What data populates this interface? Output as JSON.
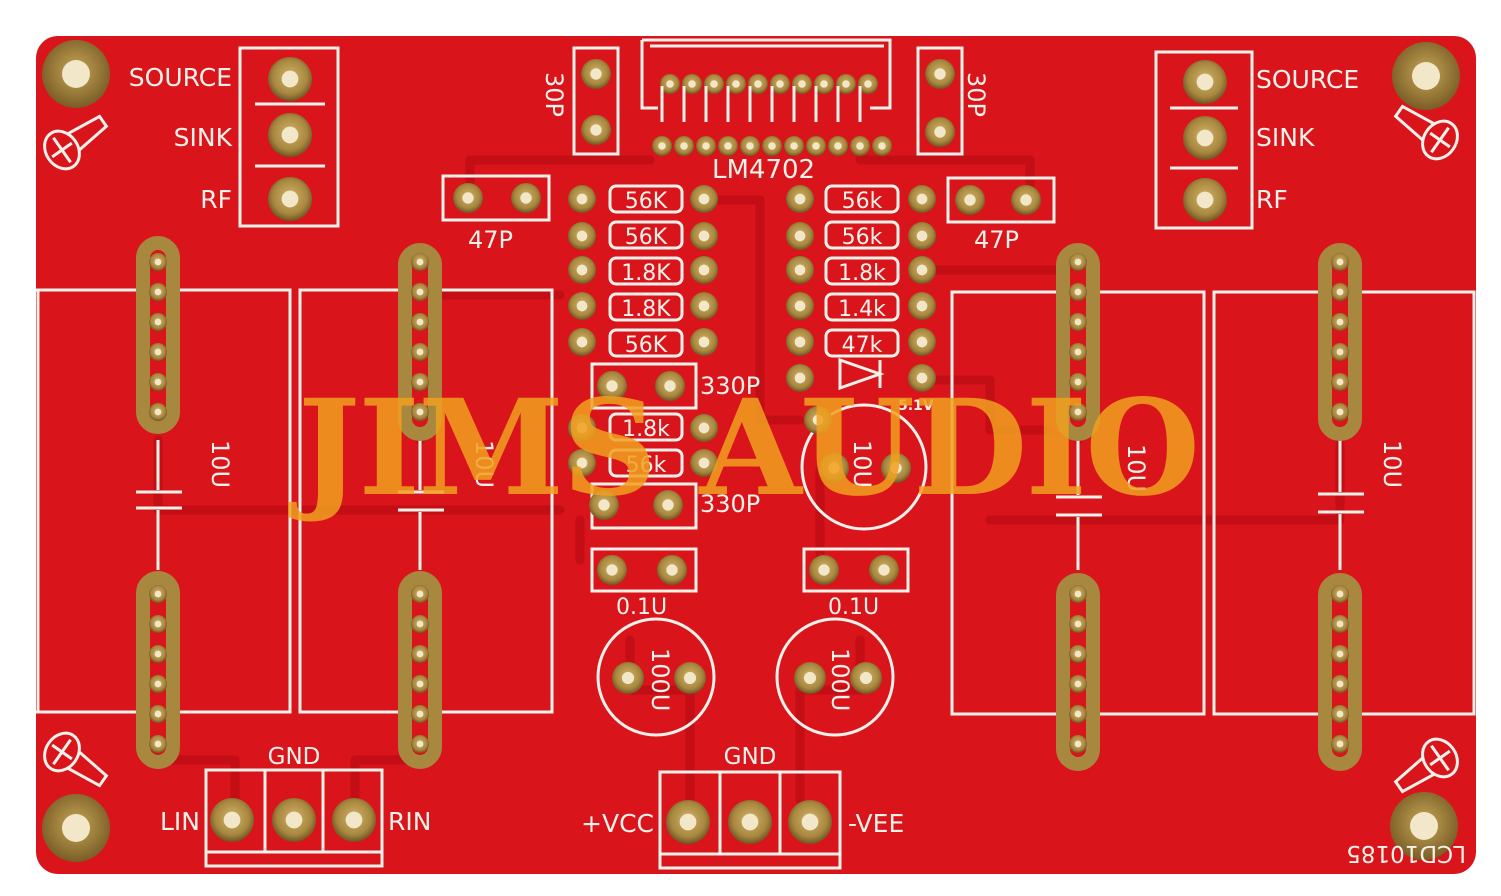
{
  "board": {
    "chip_label": "LM4702",
    "serial": "LCD10185",
    "watermark": "JIMS AUDIO",
    "colors": {
      "substrate": "#d9141b",
      "trace": "#c30e16",
      "silkscreen": "#f4f1ea",
      "pad": "#a8873f",
      "pad_hole": "#f2e7c8",
      "watermark": "#f0a020"
    }
  },
  "left_terminal": {
    "labels": [
      "SOURCE",
      "SINK",
      "RF"
    ]
  },
  "right_terminal": {
    "labels": [
      "SOURCE",
      "SINK",
      "RF"
    ]
  },
  "cap_30p_left": "30P",
  "cap_30p_right": "30P",
  "cap_47p_left": "47P",
  "cap_47p_right": "47P",
  "resistors_left": [
    "56K",
    "56K",
    "1.8K",
    "1.8K",
    "56K"
  ],
  "resistors_left_lower": [
    "1.8k",
    "56k"
  ],
  "resistors_right": [
    "56k",
    "56k",
    "1.8k",
    "1.4k",
    "47k"
  ],
  "cap_330p": [
    "330P",
    "330P"
  ],
  "zener_label": "5.1V",
  "ecap_10u": [
    "10U",
    "10U",
    "10U",
    "10U",
    "10U"
  ],
  "cap_01u": [
    "0.1U",
    "0.1U"
  ],
  "ecap_100u": [
    "100U",
    "100U"
  ],
  "input_connector": {
    "gnd": "GND",
    "left": "LIN",
    "right": "RIN"
  },
  "power_connector": {
    "gnd": "GND",
    "left": "+VCC",
    "right": "-VEE"
  }
}
